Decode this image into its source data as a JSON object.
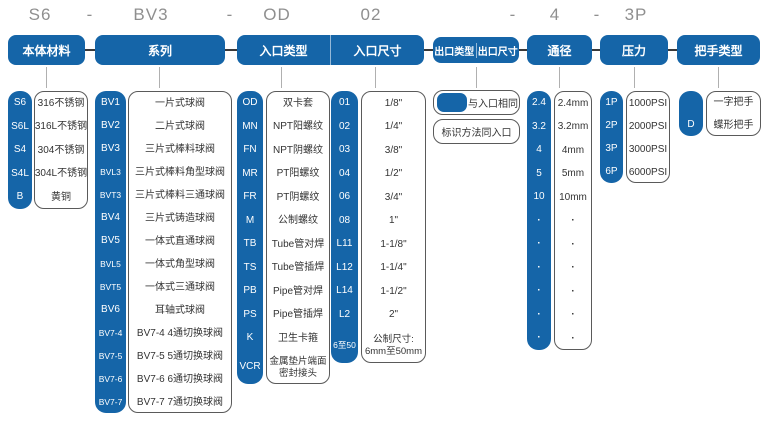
{
  "model_code": {
    "segments": [
      "S6",
      "BV3",
      "OD",
      "02",
      "4",
      "3P"
    ],
    "separators": [
      "-",
      "-",
      "-",
      "-"
    ]
  },
  "colors": {
    "primary_blue": "#1565a8",
    "code_text": "#ffffff",
    "model_code_text": "#8f8f8f",
    "desc_text": "#333333",
    "box_border": "#5a5a5a",
    "connector_dark": "#3a3a3a",
    "connector_light": "#b0b0b0",
    "background": "#ffffff"
  },
  "columns": [
    {
      "id": "body-material",
      "header": "本体材料",
      "items": [
        {
          "code": "S6",
          "desc": "316不锈钢"
        },
        {
          "code": "S6L",
          "desc": "316L不锈钢"
        },
        {
          "code": "S4",
          "desc": "304不锈钢"
        },
        {
          "code": "S4L",
          "desc": "304L不锈钢"
        },
        {
          "code": "B",
          "desc": "黄铜"
        }
      ]
    },
    {
      "id": "series",
      "header": "系列",
      "items": [
        {
          "code": "BV1",
          "desc": "一片式球阀"
        },
        {
          "code": "BV2",
          "desc": "二片式球阀"
        },
        {
          "code": "BV3",
          "desc": "三片式棒料球阀"
        },
        {
          "code": "BVL3",
          "desc": "三片式棒料角型球阀"
        },
        {
          "code": "BVT3",
          "desc": "三片式棒料三通球阀"
        },
        {
          "code": "BV4",
          "desc": "三片式铸造球阀"
        },
        {
          "code": "BV5",
          "desc": "一体式直通球阀"
        },
        {
          "code": "BVL5",
          "desc": "一体式角型球阀"
        },
        {
          "code": "BVT5",
          "desc": "一体式三通球阀"
        },
        {
          "code": "BV6",
          "desc": "耳轴式球阀"
        },
        {
          "code": "BV7-4",
          "desc": "BV7-4 4通切换球阀"
        },
        {
          "code": "BV7-5",
          "desc": "BV7-5 5通切换球阀"
        },
        {
          "code": "BV7-6",
          "desc": "BV7-6 6通切换球阀"
        },
        {
          "code": "BV7-7",
          "desc": "BV7-7 7通切换球阀"
        }
      ]
    },
    {
      "id": "inlet-type",
      "header": "入口类型",
      "items": [
        {
          "code": "OD",
          "desc": "双卡套"
        },
        {
          "code": "MN",
          "desc": "NPT阳螺纹"
        },
        {
          "code": "FN",
          "desc": "NPT阴螺纹"
        },
        {
          "code": "MR",
          "desc": "PT阳螺纹"
        },
        {
          "code": "FR",
          "desc": "PT阴螺纹"
        },
        {
          "code": "M",
          "desc": "公制螺纹"
        },
        {
          "code": "TB",
          "desc": "Tube管对焊"
        },
        {
          "code": "TS",
          "desc": "Tube管插焊"
        },
        {
          "code": "PB",
          "desc": "Pipe管对焊"
        },
        {
          "code": "PS",
          "desc": "Pipe管插焊"
        },
        {
          "code": "K",
          "desc": "卫生卡箍"
        },
        {
          "code": "VCR",
          "desc": [
            "金属垫片端面",
            "密封接头"
          ]
        }
      ]
    },
    {
      "id": "inlet-size",
      "header": "入口尺寸",
      "items": [
        {
          "code": "01",
          "desc": "1/8\""
        },
        {
          "code": "02",
          "desc": "1/4\""
        },
        {
          "code": "03",
          "desc": "3/8\""
        },
        {
          "code": "04",
          "desc": "1/2\""
        },
        {
          "code": "06",
          "desc": "3/4\""
        },
        {
          "code": "08",
          "desc": "1\""
        },
        {
          "code": "L11",
          "desc": "1-1/8\""
        },
        {
          "code": "L12",
          "desc": "1-1/4\""
        },
        {
          "code": "L14",
          "desc": "1-1/2\""
        },
        {
          "code": "L2",
          "desc": "2\""
        },
        {
          "code": "6至50",
          "desc": [
            "公制尺寸:",
            "6mm至50mm"
          ]
        }
      ]
    },
    {
      "id": "outlet",
      "header_parts": [
        "出口类型",
        "出口尺寸"
      ],
      "notes": [
        {
          "has_pill": true,
          "text": "与入口相同"
        },
        {
          "has_pill": false,
          "text": "标识方法同入口"
        }
      ]
    },
    {
      "id": "bore",
      "header": "通径",
      "items": [
        {
          "code": "2.4",
          "desc": "2.4mm"
        },
        {
          "code": "3.2",
          "desc": "3.2mm"
        },
        {
          "code": "4",
          "desc": "4mm"
        },
        {
          "code": "5",
          "desc": "5mm"
        },
        {
          "code": "10",
          "desc": "10mm"
        },
        {
          "code": "·",
          "desc": "·"
        },
        {
          "code": "·",
          "desc": "·"
        },
        {
          "code": "·",
          "desc": "·"
        },
        {
          "code": "·",
          "desc": "·"
        },
        {
          "code": "·",
          "desc": "·"
        },
        {
          "code": "·",
          "desc": "·"
        }
      ]
    },
    {
      "id": "pressure",
      "header": "压力",
      "items": [
        {
          "code": "1P",
          "desc": "1000PSI"
        },
        {
          "code": "2P",
          "desc": "2000PSI"
        },
        {
          "code": "3P",
          "desc": "3000PSI"
        },
        {
          "code": "6P",
          "desc": "6000PSI"
        }
      ]
    },
    {
      "id": "handle",
      "header": "把手类型",
      "items": [
        {
          "code": "",
          "desc": "一字把手"
        },
        {
          "code": "D",
          "desc": "蝶形把手"
        }
      ]
    }
  ]
}
